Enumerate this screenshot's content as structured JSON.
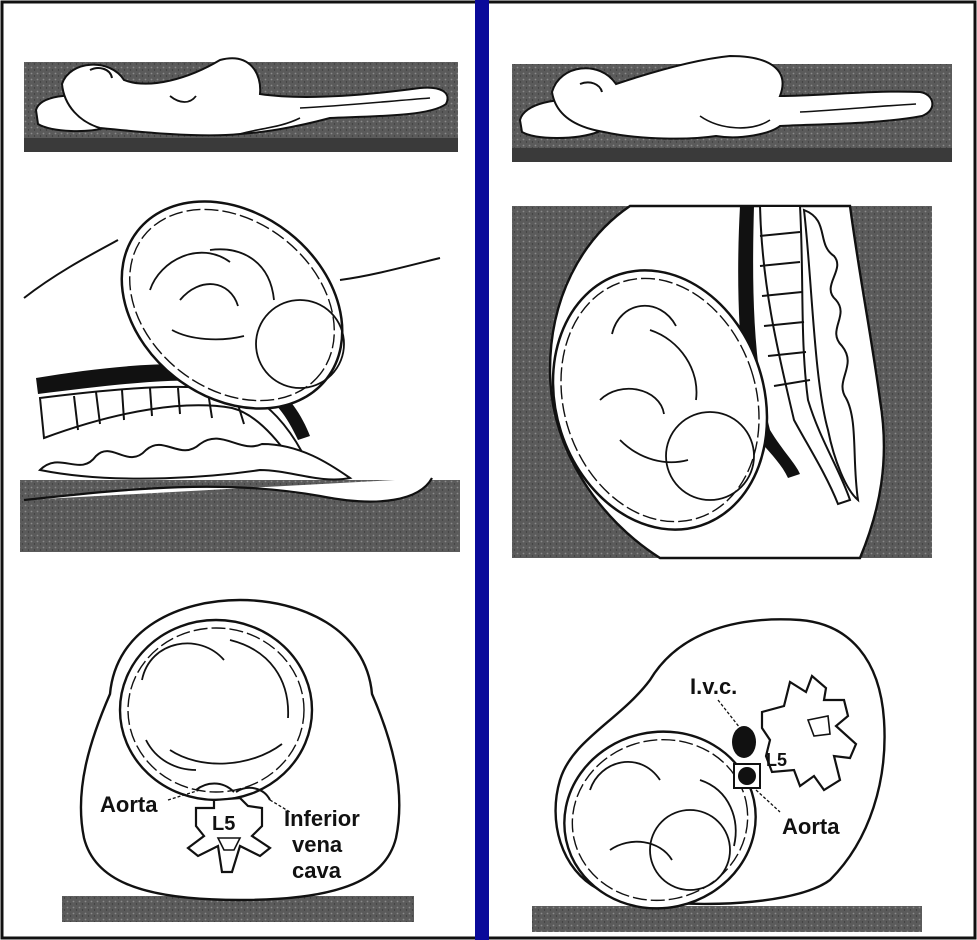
{
  "colors": {
    "divider": "#0a0a9a",
    "frame": "#111111",
    "shade": "#595959",
    "ink": "#111111",
    "paper": "#ffffff"
  },
  "left_panel": {
    "labels": {
      "aorta": "Aorta",
      "l5": "L5",
      "ivc_line1": "Inferior",
      "ivc_line2": "vena",
      "ivc_line3": "cava"
    }
  },
  "right_panel": {
    "labels": {
      "ivc": "I.v.c.",
      "l5": "L5",
      "aorta": "Aorta"
    }
  }
}
